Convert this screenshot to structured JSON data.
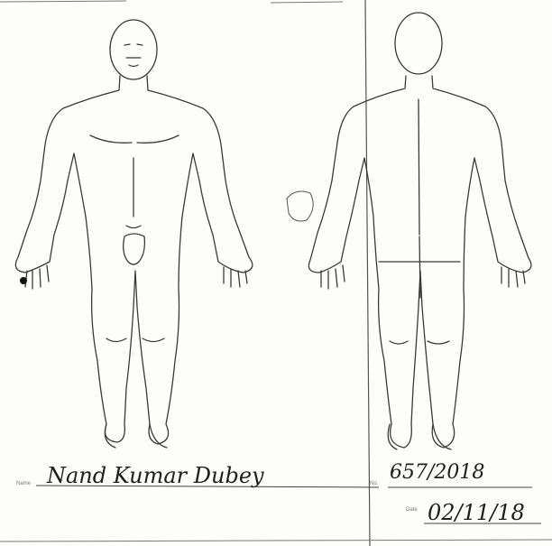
{
  "form": {
    "name_label": "Name",
    "no_label": "No.",
    "date_label": "Date"
  },
  "entries": {
    "patient_name": "Nand Kumar Dubey",
    "record_number": "657/2018",
    "date": "02/11/18"
  },
  "diagram": {
    "views": [
      "front",
      "back"
    ]
  },
  "colors": {
    "ink": "#1e1e1e",
    "line": "#3a3a3a"
  }
}
